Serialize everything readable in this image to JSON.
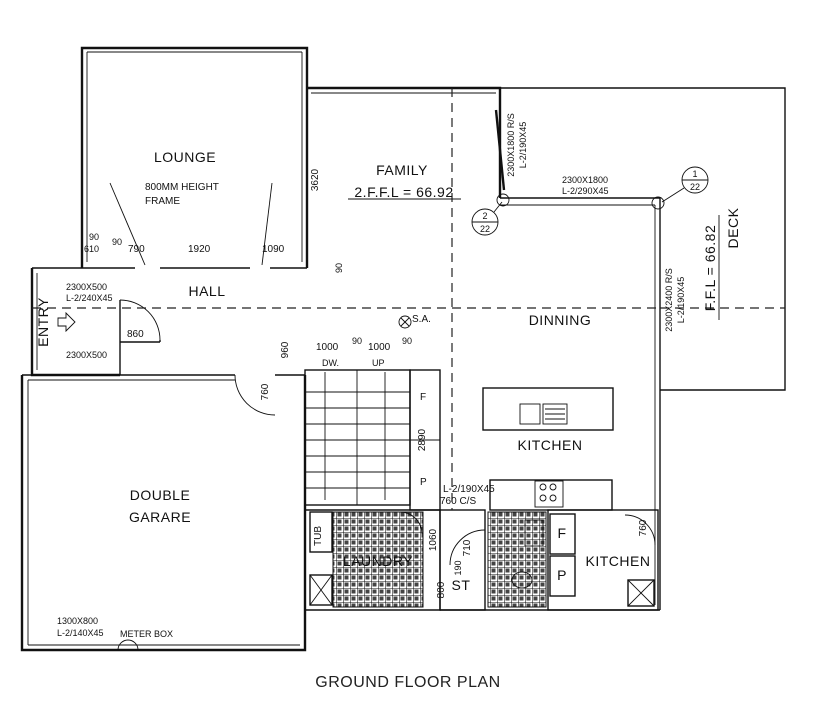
{
  "title": "GROUND FLOOR PLAN",
  "rooms": {
    "lounge": "LOUNGE",
    "family": "FAMILY",
    "family_level": "2.F.F.L = 66.92",
    "hall": "HALL",
    "entry": "ENTRY",
    "dinning": "DINNING",
    "kitchen": "KITCHEN",
    "kitchen2": "KITCHEN",
    "garage_line1": "DOUBLE",
    "garage_line2": "GARARE",
    "laundry": "LAUNDRY",
    "deck": "DECK",
    "deck_level": "F.F.L = 66.82",
    "tub": "TUB",
    "st": "ST"
  },
  "notes": {
    "frame_line1": "800MM HEIGHT",
    "frame_line2": "FRAME",
    "meter_box": "METER BOX",
    "sa": "S.A.",
    "dw": "DW.",
    "up": "UP",
    "f1": "F",
    "p1": "P",
    "f2": "F",
    "p2": "P",
    "cs": "760 C/S"
  },
  "windows": {
    "entry_w1": "2300X500",
    "entry_w1b": "L-2/240X45",
    "entry_w2": "2300X500",
    "garage_w1": "1300X800",
    "garage_w1b": "L-2/140X45",
    "family_w1": "2300X1800 R/S",
    "family_w1b": "L-2/190X45",
    "family_w2": "2300X1800",
    "family_w2b": "L-2/290X45",
    "dining_w1": "2300X2400 R/S",
    "dining_w1b": "L-2/190X45",
    "kitchen_w1": "L-2/190X45"
  },
  "dims": {
    "d90a": "90",
    "d610": "610",
    "d90b": "90",
    "d790": "790",
    "d1920": "1920",
    "d1090": "1090",
    "d3620": "3620",
    "d90c": "90",
    "d860": "860",
    "d960": "960",
    "d1000a": "1000",
    "d90d": "90",
    "d1000b": "1000",
    "d90e": "90",
    "d760a": "760",
    "d2890": "2890",
    "d1060": "1060",
    "d710": "710",
    "d190": "190",
    "d800": "800",
    "d760b": "760"
  },
  "markers": {
    "m1_top": "1",
    "m1_bot": "22",
    "m2_top": "2",
    "m2_bot": "22"
  }
}
